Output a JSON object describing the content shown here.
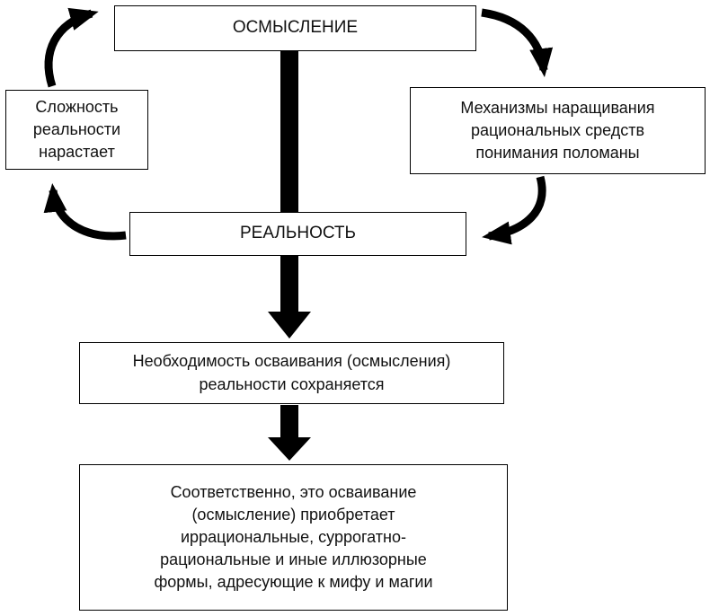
{
  "diagram": {
    "colors": {
      "line": "#000000",
      "box_border": "#000000",
      "box_bg": "#ffffff",
      "text": "#111111",
      "page_bg": "#ffffff"
    },
    "nodes": {
      "comprehension": {
        "lines": [
          "ОСМЫСЛЕНИЕ"
        ]
      },
      "complexity": {
        "lines": [
          "Сложность",
          "реальности",
          "нарастает"
        ]
      },
      "mechanisms": {
        "lines": [
          "Механизмы наращивания",
          "рациональных средств",
          "понимания поломаны"
        ]
      },
      "reality": {
        "lines": [
          "РЕАЛЬНОСТЬ"
        ]
      },
      "necessity": {
        "lines": [
          "Необходимость осваивания (осмысления)",
          "реальности сохраняется"
        ]
      },
      "consequence": {
        "lines": [
          "Соответственно, это осваивание",
          "(осмысление) приобретает",
          "иррациональные, суррогатно-",
          "рациональные и иные иллюзорные",
          "формы, адресующие к мифу и магии"
        ]
      }
    }
  }
}
